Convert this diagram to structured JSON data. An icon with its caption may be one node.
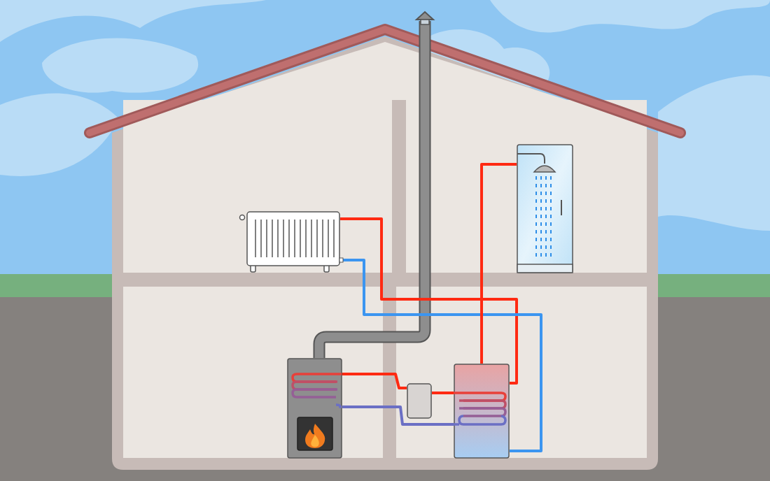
{
  "diagram": {
    "nodes": [
      {
        "text": [],
        "shape": "picture"
      },
      {
        "text": [],
        "shape": "picture"
      },
      {
        "text": [],
        "shape": "picture"
      },
      {
        "text": [],
        "shape": "box"
      },
      {
        "text": [],
        "shape": "picture"
      }
    ],
    "edges": [
      {
        "from": 2,
        "to": 3,
        "arrow": "none",
        "color": "#ff2a12"
      },
      {
        "from": 3,
        "to": 4,
        "arrow": "none",
        "color": "#ff2a12"
      },
      {
        "from": 4,
        "to": 2,
        "arrow": "none",
        "color": "#6b6fc4"
      },
      {
        "from": 4,
        "to": 0,
        "arrow": "none",
        "color": "#ff2a12"
      },
      {
        "from": 0,
        "to": 4,
        "arrow": "none",
        "color": "#3b95f0"
      },
      {
        "from": 4,
        "to": 1,
        "arrow": "none",
        "color": "#ff2a12"
      }
    ]
  }
}
